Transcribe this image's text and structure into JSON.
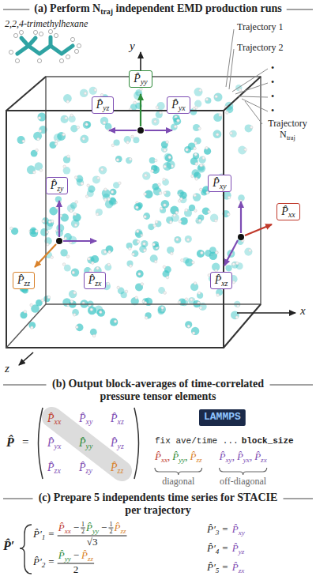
{
  "diagram": {
    "nodes": [
      {
        "text": [
          "P̂yy"
        ]
      },
      {
        "text": [
          "P̂yz"
        ]
      },
      {
        "text": [
          "P̂yx"
        ]
      },
      {
        "text": [
          "P̂zy"
        ]
      },
      {
        "text": [
          "P̂xy"
        ]
      },
      {
        "text": [
          "P̂xx"
        ]
      },
      {
        "text": [
          "P̂zz"
        ]
      },
      {
        "text": [
          "P̂zx"
        ]
      },
      {
        "text": [
          "P̂xz"
        ]
      }
    ],
    "labels": [
      "(a) Perform Ntraj independent EMD production runs",
      "2,2,4-trimethylhexane",
      "Trajectory 1",
      "Trajectory 2",
      "•",
      "•",
      "•",
      "•",
      "Trajectory Ntraj",
      "y",
      "x",
      "z",
      "(b) Output block-averages of time-correlated pressure tensor elements",
      "P̂",
      "=",
      "P̂xx",
      "P̂xy",
      "P̂xz",
      "P̂yx",
      "P̂yy",
      "P̂yz",
      "P̂zx",
      "P̂zy",
      "P̂zz",
      "LAMMPS",
      "fix ave/time ...",
      "block_size",
      "P̂xx,",
      "P̂yy,",
      "P̂zz",
      "P̂xy,",
      "P̂yx,",
      "P̂zx",
      "diagonal",
      "off-diagonal",
      "(c) Prepare 5 independents time series for STACIE per trajectory",
      "P̂′",
      "P̂′1",
      "=",
      "P̂xx",
      "−",
      "1",
      "2",
      "P̂yy",
      "−",
      "1",
      "2",
      "P̂zz",
      "√3",
      "P̂′2",
      "=",
      "P̂yy",
      "−",
      "P̂zz",
      "2",
      "P̂′3",
      "=",
      "P̂xy",
      "P̂′4",
      "=",
      "P̂yz",
      "P̂′5",
      "=",
      "P̂zx"
    ]
  }
}
